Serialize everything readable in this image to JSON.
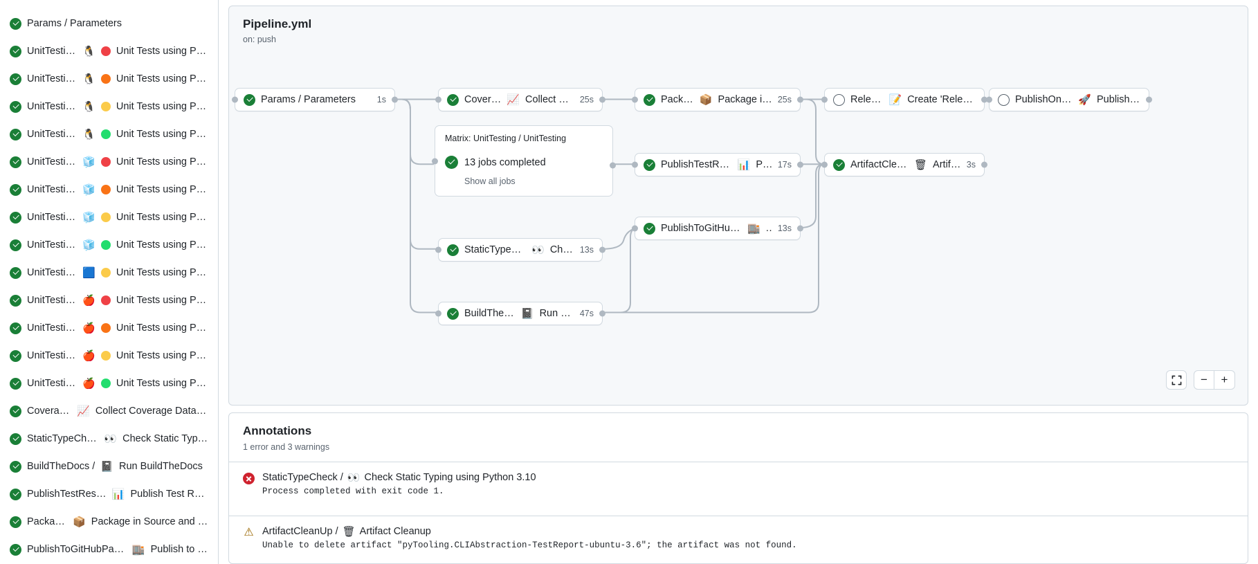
{
  "sidebar": {
    "items": [
      {
        "status": "success",
        "name": "Params / Parameters",
        "os": "",
        "ver": "",
        "colors": {}
      },
      {
        "status": "success",
        "name": "UnitTesting / ",
        "os": "🐧",
        "suffix": "Unit Tests using Pyth...",
        "dot": "#ef4146"
      },
      {
        "status": "success",
        "name": "UnitTesting / ",
        "os": "🐧",
        "suffix": "Unit Tests using Pyth...",
        "dot": "#f97316"
      },
      {
        "status": "success",
        "name": "UnitTesting / ",
        "os": "🐧",
        "suffix": "Unit Tests using Pyth...",
        "dot": "#fbcb4a"
      },
      {
        "status": "success",
        "name": "UnitTesting / ",
        "os": "🐧",
        "suffix": "Unit Tests using Pyth...",
        "dot": "#22dd6e"
      },
      {
        "status": "success",
        "name": "UnitTesting / ",
        "os": "🧊",
        "suffix": "Unit Tests using Pyth...",
        "dot": "#ef4146"
      },
      {
        "status": "success",
        "name": "UnitTesting / ",
        "os": "🧊",
        "suffix": "Unit Tests using Pyth...",
        "dot": "#f97316"
      },
      {
        "status": "success",
        "name": "UnitTesting / ",
        "os": "🧊",
        "suffix": "Unit Tests using Pyth...",
        "dot": "#fbcb4a"
      },
      {
        "status": "success",
        "name": "UnitTesting / ",
        "os": "🧊",
        "suffix": "Unit Tests using Pyth...",
        "dot": "#22dd6e"
      },
      {
        "status": "success",
        "name": "UnitTesting / ",
        "os": "🟦",
        "suffix": "Unit Tests using Pyth...",
        "dot": "#fbcb4a"
      },
      {
        "status": "success",
        "name": "UnitTesting / ",
        "os": "🍎",
        "suffix": "Unit Tests using Pyth...",
        "dot": "#ef4146"
      },
      {
        "status": "success",
        "name": "UnitTesting / ",
        "os": "🍎",
        "suffix": "Unit Tests using Pyth...",
        "dot": "#f97316"
      },
      {
        "status": "success",
        "name": "UnitTesting / ",
        "os": "🍎",
        "suffix": "Unit Tests using Pyth...",
        "dot": "#fbcb4a"
      },
      {
        "status": "success",
        "name": "UnitTesting / ",
        "os": "🍎",
        "suffix": "Unit Tests using Pyth...",
        "dot": "#22dd6e"
      },
      {
        "status": "success",
        "name": "Coverage / ",
        "os": "📈",
        "suffix": "Collect Coverage Data usi...",
        "dot": ""
      },
      {
        "status": "success",
        "name": "StaticTypeCheck / ",
        "os": "👀",
        "suffix": "Check Static Typing...",
        "dot": ""
      },
      {
        "status": "success",
        "name": "BuildTheDocs / ",
        "os": "📓",
        "suffix": "Run BuildTheDocs",
        "dot": ""
      },
      {
        "status": "success",
        "name": "PublishTestResults / ",
        "os": "📊",
        "suffix": "Publish Test Resu...",
        "dot": ""
      },
      {
        "status": "success",
        "name": "Package / ",
        "os": "📦",
        "suffix": "Package in Source and Wh...",
        "dot": ""
      },
      {
        "status": "success",
        "name": "PublishToGitHubPages / ",
        "os": "🏬",
        "suffix": "Publish to G...",
        "dot": ""
      }
    ]
  },
  "graph": {
    "title": "Pipeline.yml",
    "trigger": "on: push",
    "nodes": [
      {
        "id": "params",
        "status": "success",
        "label": "Params / Parameters",
        "icon": "",
        "duration": "1s"
      },
      {
        "id": "coverage",
        "status": "success",
        "label": "Coverage / ",
        "icon": "📈",
        "label2": "Collect Cove...",
        "duration": "25s"
      },
      {
        "id": "statictypecheck",
        "status": "success",
        "label": "StaticTypeCheck / ",
        "icon": "👀",
        "label2": "Chec...",
        "duration": "13s"
      },
      {
        "id": "buildthedocs",
        "status": "success",
        "label": "BuildTheDocs / ",
        "icon": "📓",
        "label2": "Run Buil...",
        "duration": "47s"
      },
      {
        "id": "package",
        "status": "success",
        "label": "Package / ",
        "icon": "📦",
        "label2": "Package in So...",
        "duration": "25s"
      },
      {
        "id": "publishtestresults",
        "status": "success",
        "label": "PublishTestResults / ",
        "icon": "📊",
        "label2": "Pu...",
        "duration": "17s"
      },
      {
        "id": "publishtogithubpages",
        "status": "success",
        "label": "PublishToGitHubPages / ",
        "icon": "🏬",
        "label2": "...",
        "duration": "13s"
      },
      {
        "id": "release",
        "status": "skipped",
        "label": "Release / ",
        "icon": "📝",
        "label2": "Create 'Release P...",
        "duration": ""
      },
      {
        "id": "artifactcleanup",
        "status": "success",
        "label": "ArtifactCleanUp / ",
        "icon": "🗑",
        "label2": "Artifac...",
        "duration": "3s"
      },
      {
        "id": "publishonpypi",
        "status": "skipped",
        "label": "PublishOnPyPI / ",
        "icon": "🚀",
        "label2": "Publish to ...",
        "duration": ""
      }
    ],
    "matrix": {
      "title": "Matrix: UnitTesting / UnitTesting",
      "jobs_completed": "13 jobs completed",
      "show_all": "Show all jobs"
    },
    "controls": {
      "fit_label": "fit-to-screen",
      "zoom_out_label": "−",
      "zoom_in_label": "+"
    }
  },
  "annotations": {
    "title": "Annotations",
    "summary": "1 error and 3 warnings",
    "items": [
      {
        "severity": "error",
        "job": "StaticTypeCheck / ",
        "icon": "👀",
        "step": "Check Static Typing using Python 3.10",
        "message": "Process completed with exit code 1."
      },
      {
        "severity": "warning",
        "job": "ArtifactCleanUp / ",
        "icon": "🗑",
        "step": "Artifact Cleanup",
        "message": "Unable to delete artifact \"pyTooling.CLIAbstraction-TestReport-ubuntu-3.6\"; the artifact was not found."
      }
    ]
  }
}
